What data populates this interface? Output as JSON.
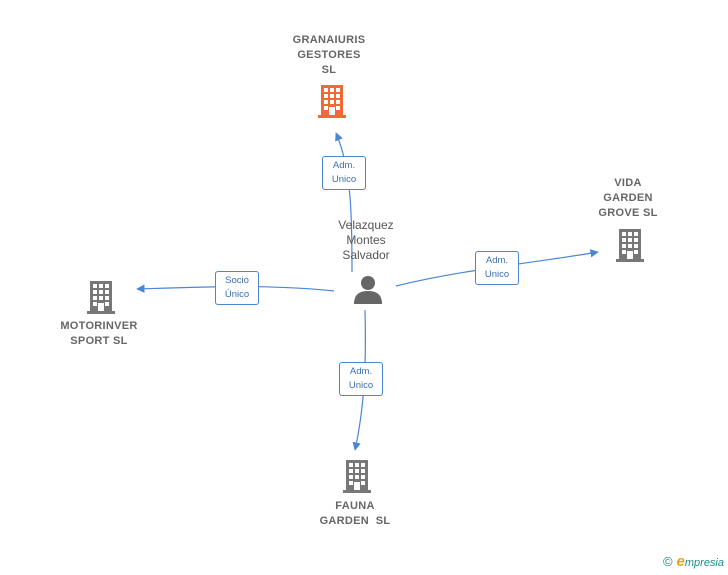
{
  "colors": {
    "edge": "#4a86d4",
    "company": "#777777",
    "highlight": "#f06a35",
    "person": "#666666"
  },
  "nodes": {
    "granaiuris": {
      "lines": [
        "GRANAIURIS",
        "GESTORES",
        "SL"
      ],
      "icon": "building-icon"
    },
    "vida": {
      "lines": [
        "VIDA",
        "GARDEN",
        "GROVE SL"
      ],
      "icon": "building-icon"
    },
    "motorinver": {
      "lines": [
        "MOTORINVER",
        "SPORT SL"
      ],
      "icon": "building-icon"
    },
    "fauna": {
      "lines": [
        "FAUNA",
        "GARDEN  SL"
      ],
      "icon": "building-icon"
    },
    "person": {
      "lines": [
        "Velazquez",
        "Montes",
        "Salvador"
      ],
      "icon": "person-icon"
    }
  },
  "relations": {
    "to_granaiuris": {
      "lines": [
        "Adm.",
        "Unico"
      ]
    },
    "to_vida": {
      "lines": [
        "Adm.",
        "Unico"
      ]
    },
    "to_motorinver": {
      "lines": [
        "Socio",
        "Único"
      ]
    },
    "to_fauna": {
      "lines": [
        "Adm.",
        "Unico"
      ]
    }
  },
  "footer": {
    "copyright": "©",
    "brand_initial": "e",
    "brand_rest": "mpresia"
  }
}
